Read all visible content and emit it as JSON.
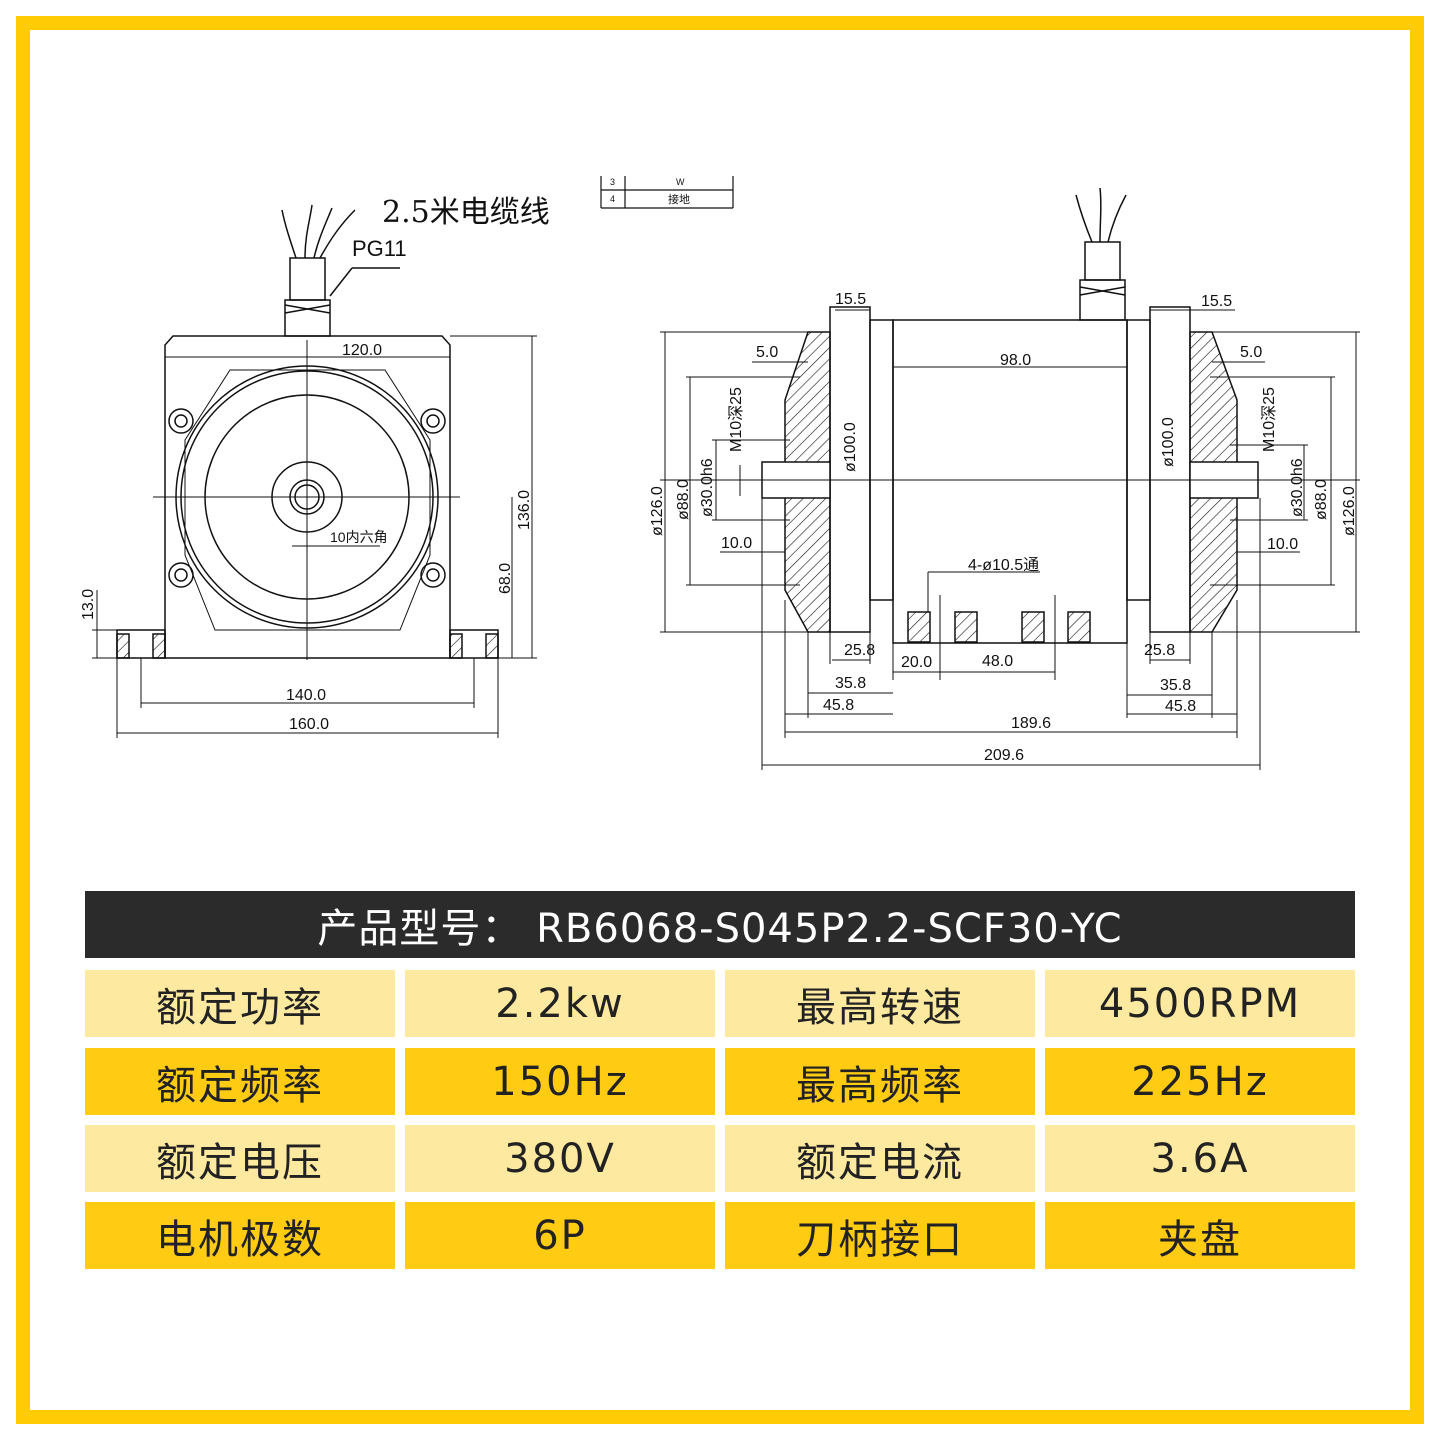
{
  "drawing": {
    "cable_label": "2.5米电缆线",
    "gland_label": "PG11",
    "hex_label": "10内六角",
    "wiring_table": [
      [
        "3",
        "W"
      ],
      [
        "4",
        "接地"
      ]
    ],
    "front_dims": {
      "d120": "120.0",
      "d136": "136.0",
      "d68": "68.0",
      "d13": "13.0",
      "d140": "140.0",
      "d160": "160.0"
    },
    "side_dims": {
      "d15_5": "15.5",
      "d5": "5.0",
      "d98": "98.0",
      "d100": "ø100.0",
      "m10": "M10深25",
      "d30": "ø30.0h6",
      "d88": "ø88.0",
      "d126": "ø126.0",
      "d10": "10.0",
      "holes": "4-ø10.5通",
      "d25_8": "25.8",
      "d20": "20.0",
      "d48": "48.0",
      "d35_8": "35.8",
      "d45_8": "45.8",
      "d189_6": "189.6",
      "d209_6": "209.6"
    }
  },
  "specs": {
    "title": "产品型号：  RB6068-S045P2.2-SCF30-YC",
    "rows": [
      [
        "额定功率",
        "2.2kw",
        "最高转速",
        "4500RPM"
      ],
      [
        "额定频率",
        "150Hz",
        "最高频率",
        "225Hz"
      ],
      [
        "额定电压",
        "380V",
        "额定电流",
        "3.6A"
      ],
      [
        "电机极数",
        "6P",
        "刀柄接口",
        "夹盘"
      ]
    ]
  },
  "colors": {
    "frame": "#FFCB05",
    "header": "#2b2b2b",
    "row_light": "#FDE9A0",
    "row_dark": "#FFCB13"
  }
}
